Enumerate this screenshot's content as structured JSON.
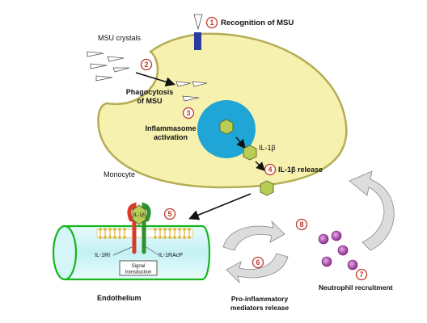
{
  "labels": {
    "recognition": "Recognition of MSU",
    "msu_crystals": "MSU crystals",
    "phagocytosis_line1": "Phagocytosis",
    "phagocytosis_line2": "of MSU",
    "inflammasome_line1": "Inflammasome",
    "inflammasome_line2": "activation",
    "il1b": "IL-1β",
    "il1b_release": "IL-1β release",
    "monocyte": "Monocyte",
    "il1_on_receptor": "IL-1β",
    "il1ri": "IL-1RI",
    "il1racp": "IL-1RAcP",
    "signal_line1": "Signal",
    "signal_line2": "transduction",
    "endothelium": "Endothelium",
    "pro_inflammatory_line1": "Pro-inflammatory",
    "pro_inflammatory_line2": "mediators release",
    "neutrophil": "Neutrophil recruitment"
  },
  "steps": [
    "1",
    "2",
    "3",
    "4",
    "5",
    "6",
    "7",
    "8"
  ],
  "colors": {
    "cell_fill": "#f7f1b0",
    "cell_stroke": "#b5ad55",
    "nucleus": "#1fa6d6",
    "il1b_fill": "#b9cc55",
    "receptor_blue": "#2a3c9e",
    "step_circle": "#c0392b",
    "endothelium_fill": "#c9f3f5",
    "endothelium_stroke": "#18b51e",
    "membrane": "#e0b32a",
    "il1ri_receptor": "#d63a2a",
    "il1racp_receptor": "#2f8f2f",
    "neutrophil": "#b04ab0",
    "cycle_arrow": "#dcdcdc"
  }
}
